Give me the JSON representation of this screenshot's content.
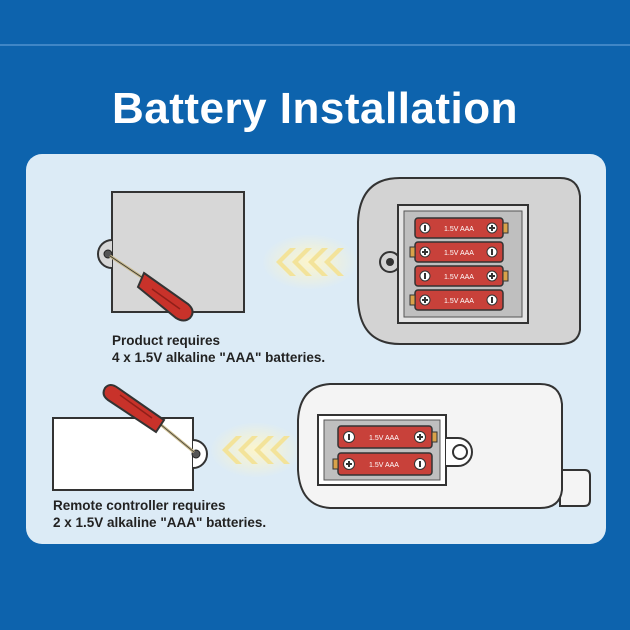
{
  "title": "Battery Installation",
  "product": {
    "caption_line1": "Product requires",
    "caption_line2": "4 x 1.5V alkaline \"AAA\" batteries.",
    "batteries": [
      "1.5V AAA",
      "1.5V AAA",
      "1.5V AAA",
      "1.5V AAA"
    ]
  },
  "remote": {
    "caption_line1": "Remote controller requires",
    "caption_line2": "2 x 1.5V alkaline \"AAA\" batteries.",
    "batteries": [
      "1.5V AAA",
      "1.5V AAA"
    ]
  },
  "colors": {
    "background": "#0d63ad",
    "panel": "#dcebf6",
    "battery": "#c8413a",
    "arrow": "#f3e39a",
    "screwdriver_handle": "#c8322a"
  }
}
